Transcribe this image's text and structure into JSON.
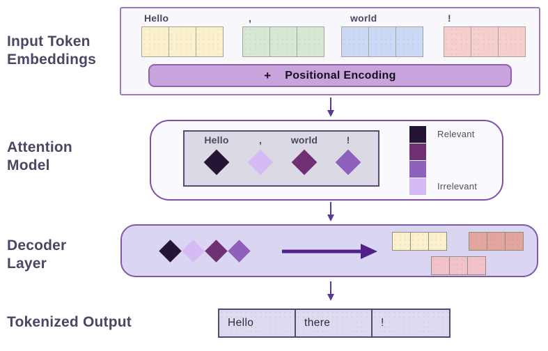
{
  "sections": {
    "input": {
      "label": "Input Token Embeddings",
      "tokens": [
        {
          "label": "Hello",
          "color": "#FBF1CD"
        },
        {
          "label": ",",
          "color": "#D7E9D5"
        },
        {
          "label": "world",
          "color": "#CBD9F4"
        },
        {
          "label": "!",
          "color": "#F6CECD"
        }
      ],
      "positional_encoding": {
        "plus": "+",
        "label": "Positional Encoding",
        "bar_color": "#C9A3DC"
      }
    },
    "attention": {
      "label": "Attention Model",
      "tokens": [
        {
          "label": "Hello",
          "color": "#251535"
        },
        {
          "label": ",",
          "color": "#D6BAF3"
        },
        {
          "label": "world",
          "color": "#6F3173"
        },
        {
          "label": "!",
          "color": "#8C60BB"
        }
      ],
      "legend": {
        "swatches": [
          "#251535",
          "#6F3173",
          "#8C60BB",
          "#D6BAF3"
        ],
        "top_label": "Relevant",
        "bottom_label": "Irrelevant"
      }
    },
    "decoder": {
      "label": "Decoder Layer",
      "diamonds": [
        "#251535",
        "#D6BAF3",
        "#6F3173",
        "#8C60BB"
      ],
      "blocks": [
        {
          "color": "#FBF1CD"
        },
        {
          "color": "#E2A69D"
        },
        {
          "color": "#F2C2C8"
        }
      ]
    },
    "output": {
      "label": "Tokenized Output",
      "cells": [
        "Hello",
        "there",
        "!"
      ]
    }
  },
  "colors": {
    "label_text": "#4D4563",
    "arrow": "#5B3A8E",
    "decoder_arrow": "#4F2189"
  }
}
